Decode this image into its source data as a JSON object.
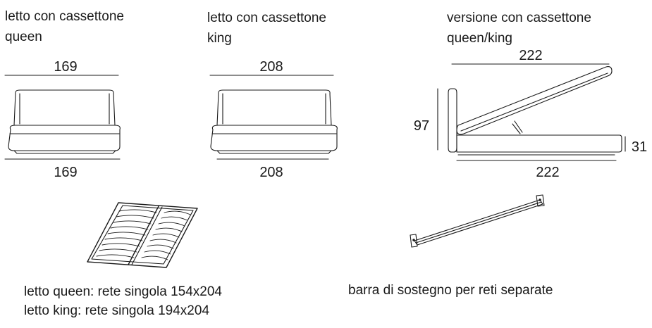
{
  "queen": {
    "title_line1": "letto con cassettone",
    "title_line2": "queen",
    "top_width": "169",
    "bottom_width": "169"
  },
  "king": {
    "title_line1": "letto con cassettone",
    "title_line2": "king",
    "top_width": "208",
    "bottom_width": "208"
  },
  "side": {
    "title_line1": "versione con cassettone",
    "title_line2": "queen/king",
    "top_length": "222",
    "height": "97",
    "base_height": "31",
    "bottom_length": "222"
  },
  "slats": {
    "caption_line1": "letto queen: rete singola 154x204",
    "caption_line2": "letto king: rete singola 194x204"
  },
  "bar": {
    "caption": "barra di sostegno per reti separate"
  }
}
